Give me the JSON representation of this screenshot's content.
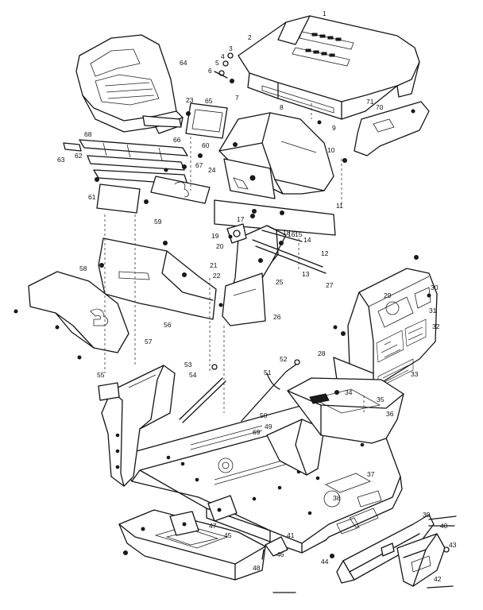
{
  "callouts": [
    {
      "id": "1",
      "label": "1"
    },
    {
      "id": "2",
      "label": "2"
    },
    {
      "id": "3a",
      "label": "3"
    },
    {
      "id": "4",
      "label": "4"
    },
    {
      "id": "5",
      "label": "5"
    },
    {
      "id": "6",
      "label": "6"
    },
    {
      "id": "7",
      "label": "7"
    },
    {
      "id": "8",
      "label": "8"
    },
    {
      "id": "9",
      "label": "9"
    },
    {
      "id": "10",
      "label": "10"
    },
    {
      "id": "11",
      "label": "11"
    },
    {
      "id": "12",
      "label": "12"
    },
    {
      "id": "13",
      "label": "13"
    },
    {
      "id": "14",
      "label": "14"
    },
    {
      "id": "15",
      "label": "15"
    },
    {
      "id": "16",
      "label": "16"
    },
    {
      "id": "17",
      "label": "17"
    },
    {
      "id": "18",
      "label": "18"
    },
    {
      "id": "19",
      "label": "19"
    },
    {
      "id": "20",
      "label": "20"
    },
    {
      "id": "21",
      "label": "21"
    },
    {
      "id": "22",
      "label": "22"
    },
    {
      "id": "23",
      "label": "23"
    },
    {
      "id": "24",
      "label": "24"
    },
    {
      "id": "25",
      "label": "25"
    },
    {
      "id": "26",
      "label": "26"
    },
    {
      "id": "27",
      "label": "27"
    },
    {
      "id": "28",
      "label": "28"
    },
    {
      "id": "29",
      "label": "29"
    },
    {
      "id": "30",
      "label": "30"
    },
    {
      "id": "31",
      "label": "31"
    },
    {
      "id": "32",
      "label": "32"
    },
    {
      "id": "33",
      "label": "33"
    },
    {
      "id": "34",
      "label": "34"
    },
    {
      "id": "35",
      "label": "35"
    },
    {
      "id": "36",
      "label": "36"
    },
    {
      "id": "37",
      "label": "37"
    },
    {
      "id": "38",
      "label": "38"
    },
    {
      "id": "39",
      "label": "39"
    },
    {
      "id": "40",
      "label": "40"
    },
    {
      "id": "41",
      "label": "41"
    },
    {
      "id": "42",
      "label": "42"
    },
    {
      "id": "43",
      "label": "43"
    },
    {
      "id": "44",
      "label": "44"
    },
    {
      "id": "45",
      "label": "45"
    },
    {
      "id": "46",
      "label": "46"
    },
    {
      "id": "47",
      "label": "47"
    },
    {
      "id": "48",
      "label": "48"
    },
    {
      "id": "49",
      "label": "49"
    },
    {
      "id": "50",
      "label": "50"
    },
    {
      "id": "51",
      "label": "51"
    },
    {
      "id": "52",
      "label": "52"
    },
    {
      "id": "53",
      "label": "53"
    },
    {
      "id": "54",
      "label": "54"
    },
    {
      "id": "55",
      "label": "55"
    },
    {
      "id": "56",
      "label": "56"
    },
    {
      "id": "57",
      "label": "57"
    },
    {
      "id": "58",
      "label": "58"
    },
    {
      "id": "59",
      "label": "59"
    },
    {
      "id": "60",
      "label": "60"
    },
    {
      "id": "61",
      "label": "61"
    },
    {
      "id": "62",
      "label": "62"
    },
    {
      "id": "63",
      "label": "63"
    },
    {
      "id": "64",
      "label": "64"
    },
    {
      "id": "65",
      "label": "65"
    },
    {
      "id": "66",
      "label": "66"
    },
    {
      "id": "67",
      "label": "67"
    },
    {
      "id": "68",
      "label": "68"
    },
    {
      "id": "69",
      "label": "69"
    },
    {
      "id": "70",
      "label": "70"
    },
    {
      "id": "71",
      "label": "71"
    }
  ]
}
